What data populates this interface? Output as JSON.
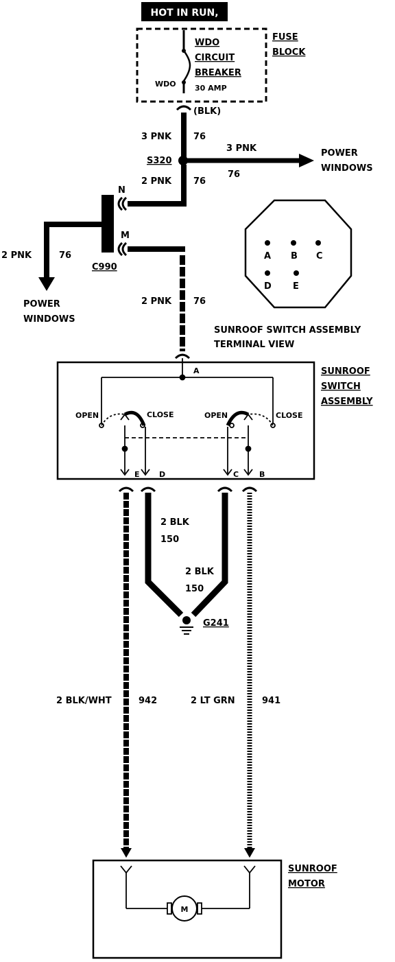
{
  "header": {
    "hot_label": "HOT IN RUN,"
  },
  "fuse_block": {
    "label_line1": "FUSE",
    "label_line2": "BLOCK",
    "breaker_name1": "WDO",
    "breaker_name2": "CIRCUIT",
    "breaker_name3": "BREAKER",
    "breaker_rating": "30 AMP",
    "terminal_label": "WDO",
    "connector_color": "(BLK)"
  },
  "wires": {
    "w1_gauge": "3 PNK",
    "w1_circuit": "76",
    "w2_gauge": "3 PNK",
    "w2_circuit": "76",
    "w3_gauge": "2 PNK",
    "w3_circuit": "76",
    "w4_gauge": "2 PNK",
    "w4_circuit": "76",
    "w5_gauge": "2 PNK",
    "w5_circuit": "76",
    "ground1_gauge": "2 BLK",
    "ground1_circuit": "150",
    "ground2_gauge": "2 BLK",
    "ground2_circuit": "150",
    "motor1_gauge": "2 BLK/WHT",
    "motor1_circuit": "942",
    "motor2_gauge": "2 LT GRN",
    "motor2_circuit": "941"
  },
  "splice": {
    "label": "S320"
  },
  "power_windows_right": {
    "line1": "POWER",
    "line2": "WINDOWS"
  },
  "power_windows_left": {
    "line1": "POWER",
    "line2": "WINDOWS"
  },
  "connector": {
    "label": "C990",
    "pin_n": "N",
    "pin_m": "M"
  },
  "terminal_view": {
    "pins": [
      "A",
      "B",
      "C",
      "D",
      "E"
    ],
    "caption1": "SUNROOF SWITCH ASSEMBLY",
    "caption2": "TERMINAL VIEW"
  },
  "switch_assembly": {
    "label1": "SUNROOF",
    "label2": "SWITCH",
    "label3": "ASSEMBLY",
    "term_a": "A",
    "open_left": "OPEN",
    "close_left": "CLOSE",
    "open_right": "OPEN",
    "close_right": "CLOSE",
    "term_e": "E",
    "term_d": "D",
    "term_c": "C",
    "term_b": "B"
  },
  "ground": {
    "label": "G241"
  },
  "motor": {
    "label1": "SUNROOF",
    "label2": "MOTOR",
    "symbol": "M"
  }
}
